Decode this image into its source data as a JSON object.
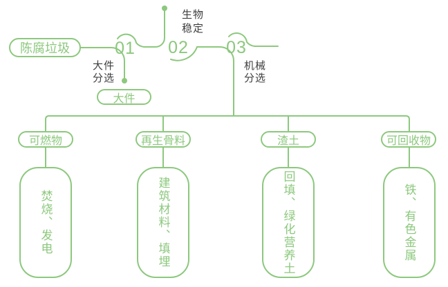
{
  "colors": {
    "line_green": "#8cc87d",
    "text_dark": "#3e3e3e",
    "background": "#ffffff"
  },
  "flow": {
    "source": {
      "label": "陈腐垃圾"
    },
    "steps": [
      {
        "number": "01",
        "process": "大件\n分选",
        "output": "大件"
      },
      {
        "number": "02",
        "process": "生物\n稳定"
      },
      {
        "number": "03",
        "process": "机械\n分选"
      }
    ]
  },
  "outputs": [
    {
      "category": "可燃物",
      "result": "焚烧、发电"
    },
    {
      "category": "再生骨料",
      "result": "建筑材料、填埋"
    },
    {
      "category": "渣土",
      "result": "回填、绿化营养土"
    },
    {
      "category": "可回收物",
      "result": "铁、有色金属"
    }
  ]
}
